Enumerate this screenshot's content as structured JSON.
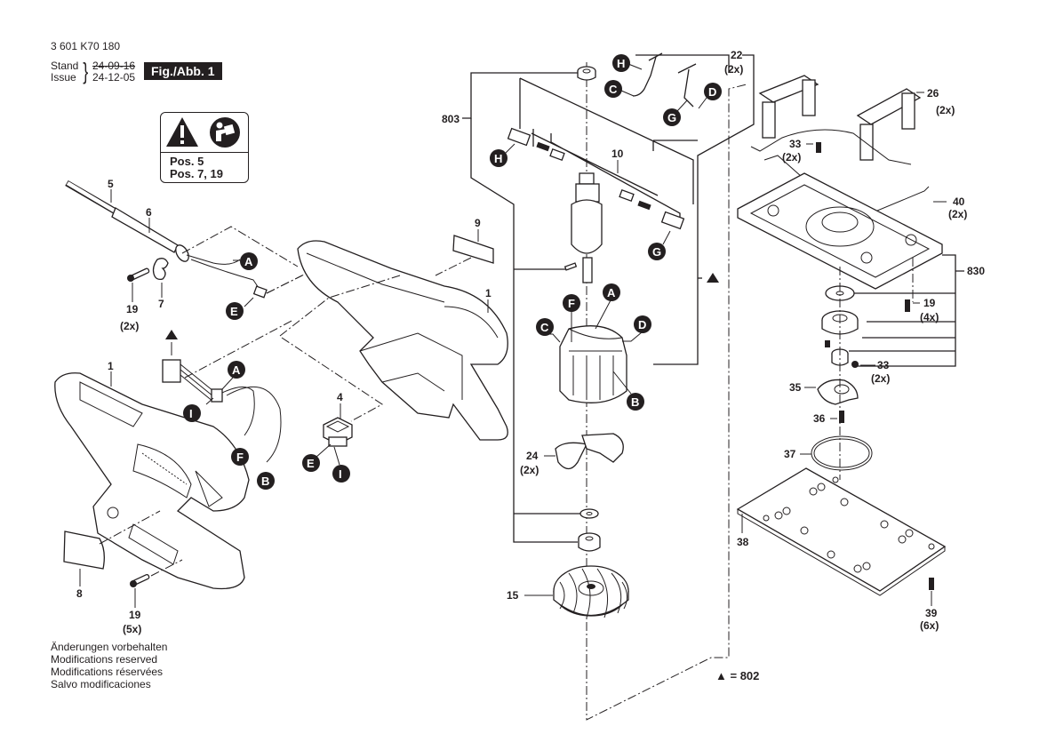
{
  "header": {
    "part_number": "3 601 K70 180",
    "stand_label": "Stand",
    "issue_label": "Issue",
    "stand_date": "24-09-16",
    "issue_date": "24-12-05",
    "figure_label": "Fig./Abb. 1"
  },
  "warning_box": {
    "icons": [
      "warning-triangle-icon",
      "read-manual-icon"
    ],
    "lines": [
      "Pos. 5",
      "Pos. 7, 19"
    ]
  },
  "footer": {
    "lines": [
      "Änderungen vorbehalten",
      "Modifications reserved",
      "Modifications réservées",
      "Salvo modificaciones"
    ]
  },
  "legend": {
    "symbol": "▲",
    "text": "= 802"
  },
  "callouts": [
    {
      "id": "5",
      "text": "5"
    },
    {
      "id": "6",
      "text": "6"
    },
    {
      "id": "7",
      "text": "7"
    },
    {
      "id": "19a",
      "text": "19",
      "qty": "(2x)"
    },
    {
      "id": "1a",
      "text": "1"
    },
    {
      "id": "1b",
      "text": "1"
    },
    {
      "id": "8",
      "text": "8"
    },
    {
      "id": "19b",
      "text": "19",
      "qty": "(5x)"
    },
    {
      "id": "9",
      "text": "9"
    },
    {
      "id": "4",
      "text": "4"
    },
    {
      "id": "803",
      "text": "803"
    },
    {
      "id": "10",
      "text": "10"
    },
    {
      "id": "22",
      "text": "22",
      "qty": "(2x)"
    },
    {
      "id": "24",
      "text": "24",
      "qty": "(2x)"
    },
    {
      "id": "15",
      "text": "15"
    },
    {
      "id": "26",
      "text": "26",
      "qty": "(2x)"
    },
    {
      "id": "33a",
      "text": "33",
      "qty": "(2x)"
    },
    {
      "id": "40",
      "text": "40",
      "qty": "(2x)"
    },
    {
      "id": "830",
      "text": "830"
    },
    {
      "id": "19c",
      "text": "19",
      "qty": "(4x)"
    },
    {
      "id": "33b",
      "text": "33",
      "qty": "(2x)"
    },
    {
      "id": "35",
      "text": "35"
    },
    {
      "id": "36",
      "text": "36"
    },
    {
      "id": "37",
      "text": "37"
    },
    {
      "id": "38",
      "text": "38"
    },
    {
      "id": "39",
      "text": "39",
      "qty": "(6x)"
    }
  ],
  "connectors": [
    "A",
    "B",
    "C",
    "D",
    "E",
    "F",
    "G",
    "H",
    "I"
  ]
}
